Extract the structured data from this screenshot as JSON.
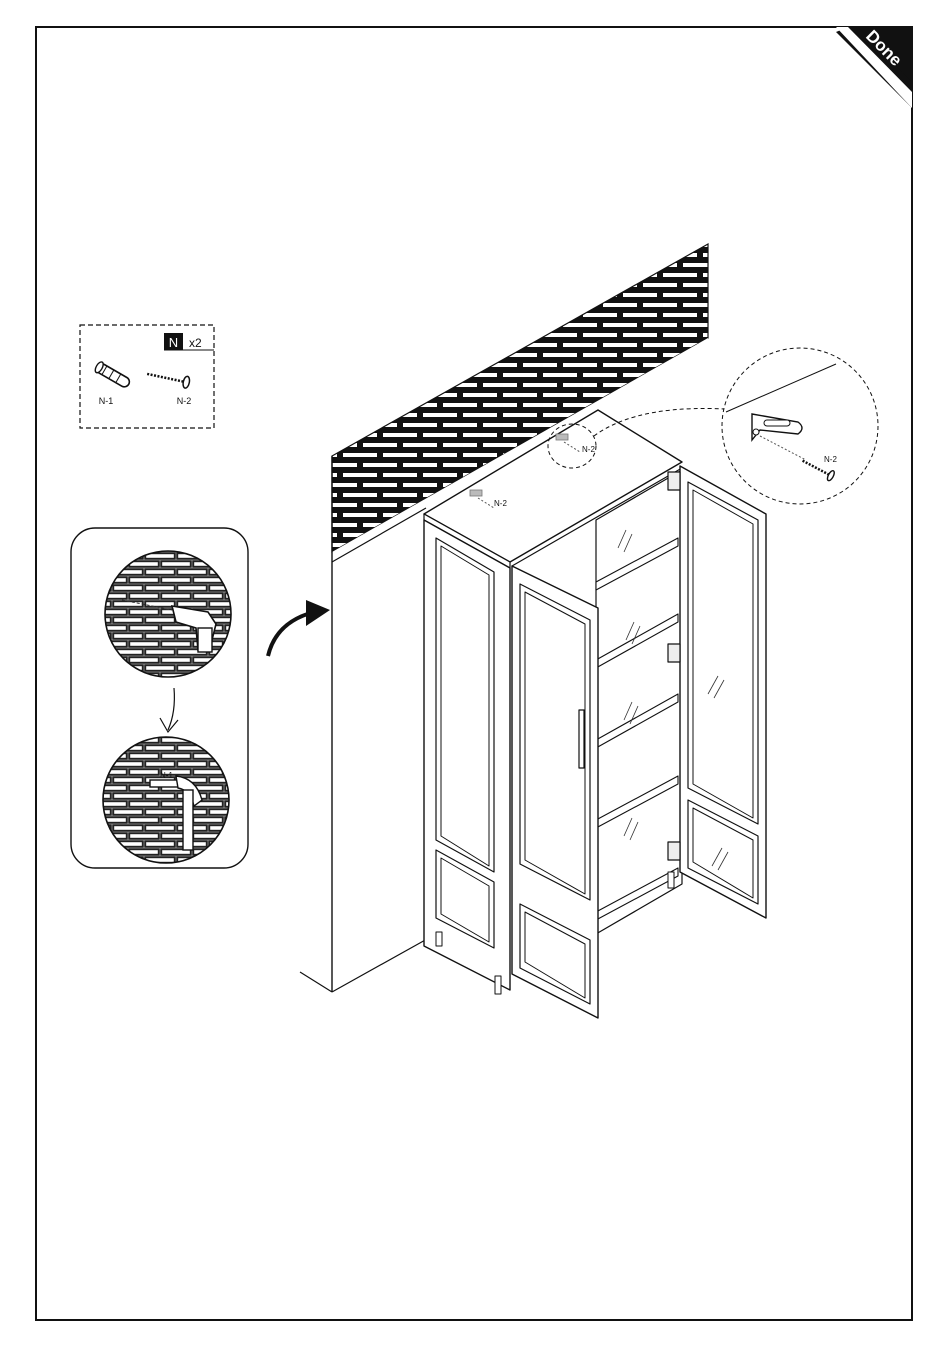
{
  "corner_tag": {
    "label": "Done"
  },
  "parts_box": {
    "letter": "N",
    "quantity": "x2",
    "items": [
      {
        "label": "N-1",
        "icon": "wall-plug-anchor-icon"
      },
      {
        "label": "N-2",
        "icon": "screw-icon"
      }
    ]
  },
  "callouts": {
    "top_left_screw": "N-2",
    "top_center_screw": "N-2",
    "detail_screw": "N-2",
    "drill_step_plug": "N-1"
  },
  "icons": {
    "drill": "drill-icon",
    "hammer": "hammer-icon",
    "bracket": "wall-bracket-icon",
    "arrow": "curved-arrow-icon"
  }
}
